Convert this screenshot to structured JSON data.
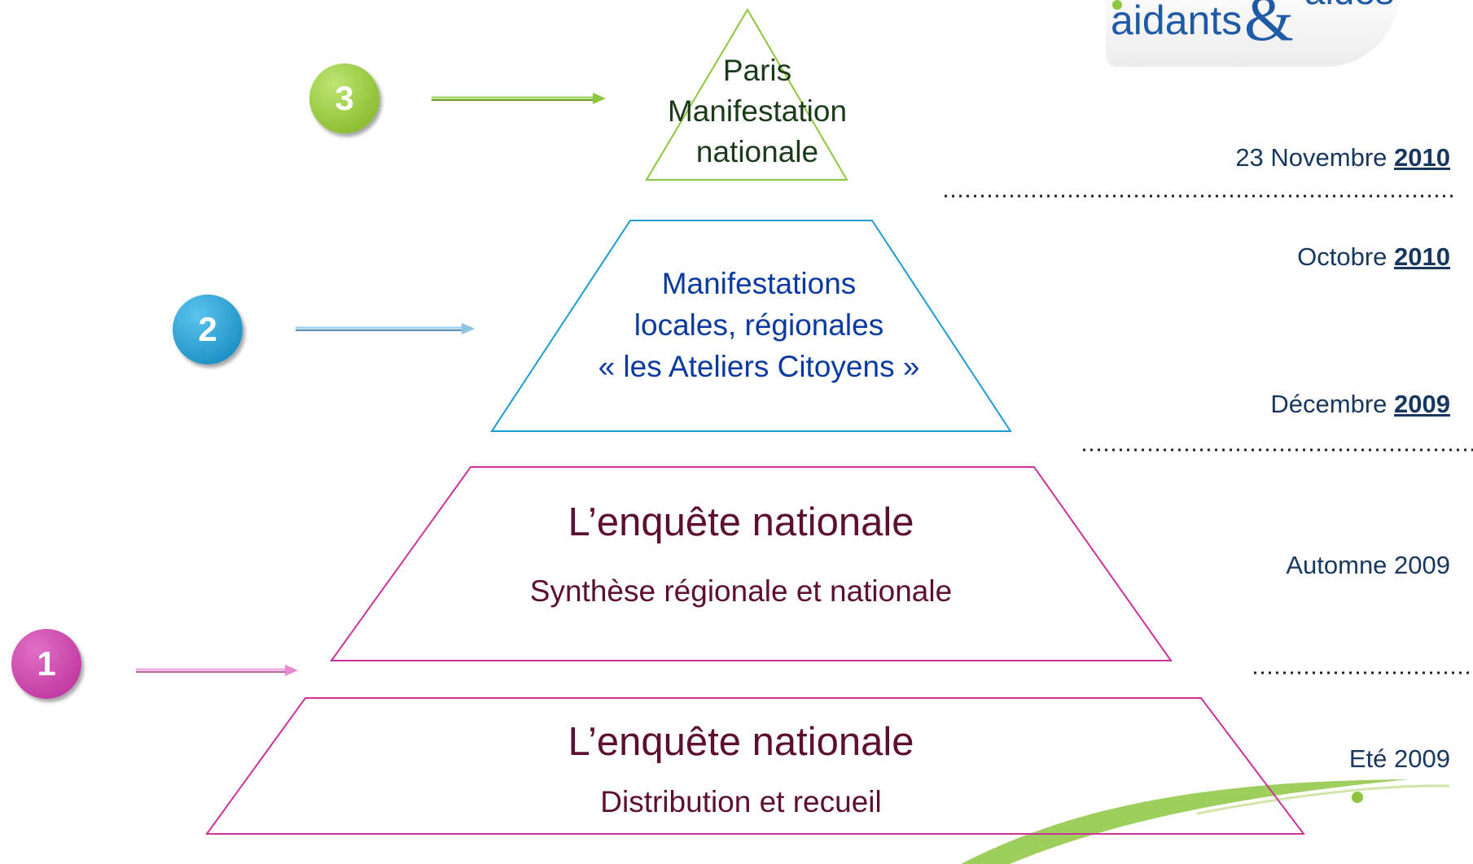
{
  "logo": {
    "text_left": "aidants",
    "ampersand": "&",
    "text_right": "aides"
  },
  "levels": [
    {
      "step": "1",
      "lines": [
        "L’enquête nationale",
        "Distribution et recueil"
      ],
      "color": "#cc3399"
    },
    {
      "step": "1",
      "lines": [
        "L’enquête nationale",
        "Synthèse régionale et nationale"
      ],
      "color": "#cc3399"
    },
    {
      "step": "2",
      "lines": [
        "Manifestations",
        "locales, régionales",
        "« les Ateliers Citoyens »"
      ],
      "color": "#1e9bd3"
    },
    {
      "step": "3",
      "lines": [
        "Paris",
        "Manifestation",
        "nationale"
      ],
      "color": "#8dc63f"
    }
  ],
  "dates": [
    {
      "label": "23 Novembre ",
      "year": "2010"
    },
    {
      "label": "Octobre ",
      "year": "2010"
    },
    {
      "label": "Décembre ",
      "year": "2009"
    },
    {
      "label": "Automne 2009",
      "year": ""
    },
    {
      "label": "Eté 2009",
      "year": ""
    }
  ],
  "colors": {
    "text_dark": "#5c0f2f",
    "text_blue": "#0a3a9f",
    "date_blue": "#17375e",
    "green": "#8dc63f",
    "logo_blue": "#1f5aa6"
  }
}
